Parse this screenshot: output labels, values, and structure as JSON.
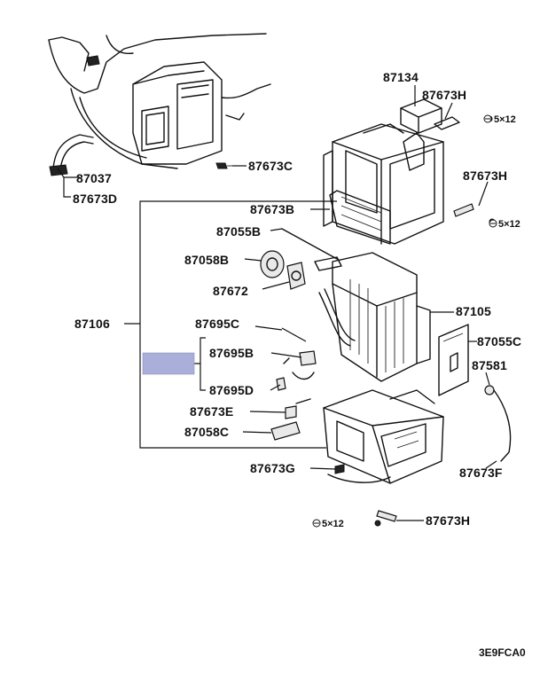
{
  "colors": {
    "background": "#ffffff",
    "line": "#111111",
    "highlight_box": "#a9afd8"
  },
  "labels": {
    "p87134": "87134",
    "p87673H_top": "87673H",
    "p87673H_right": "87673H",
    "p87673H_bottom": "87673H",
    "p87037": "87037",
    "p87673D": "87673D",
    "p87673C": "87673C",
    "p87673B": "87673B",
    "p87055B": "87055B",
    "p87058B": "87058B",
    "p87672": "87672",
    "p87106": "87106",
    "p87695C": "87695C",
    "p87695B": "87695B",
    "p87695D": "87695D",
    "p87673E": "87673E",
    "p87058C": "87058C",
    "p87105": "87105",
    "p87055C": "87055C",
    "p87581": "87581",
    "p87673F": "87673F",
    "p87673G": "87673G",
    "screw_top": "5×12",
    "screw_right": "5×12",
    "screw_bottom": "5×12"
  },
  "diagram_code": "3E9FCA0"
}
